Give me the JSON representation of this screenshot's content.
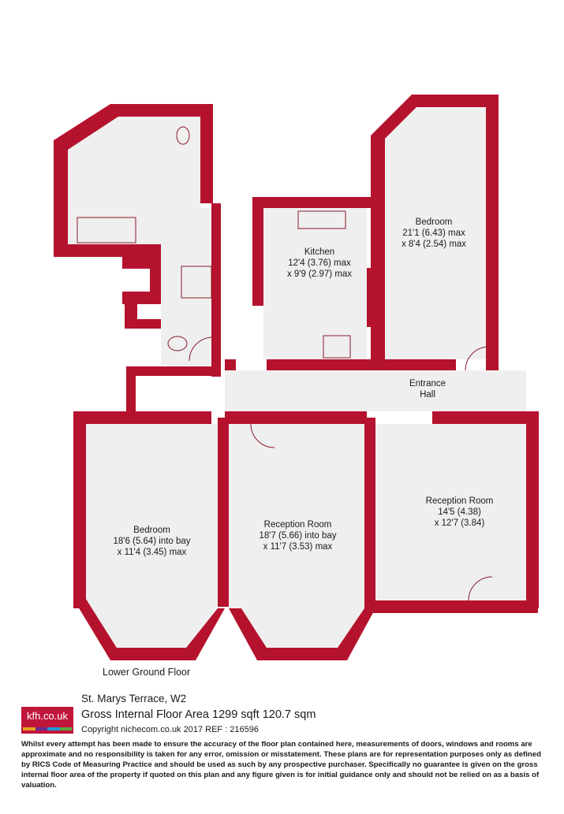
{
  "plan": {
    "wall_color": "#b5122e",
    "floor_color": "#efefef",
    "rooms": {
      "kitchen": {
        "name": "Kitchen",
        "dims": [
          "12'4 (3.76) max",
          "x 9'9 (2.97) max"
        ]
      },
      "bedroom_top": {
        "name": "Bedroom",
        "dims": [
          "21'1 (6.43) max",
          "x 8'4 (2.54) max"
        ]
      },
      "entrance_hall": {
        "name": "Entrance",
        "dims": [
          "Hall"
        ]
      },
      "bedroom_left": {
        "name": "Bedroom",
        "dims": [
          "18'6 (5.64) into bay",
          "x 11'4 (3.45) max"
        ]
      },
      "reception_mid": {
        "name": "Reception Room",
        "dims": [
          "18'7 (5.66) into bay",
          "x 11'7 (3.53) max"
        ]
      },
      "reception_right": {
        "name": "Reception Room",
        "dims": [
          "14'5 (4.38)",
          "x 12'7 (3.84)"
        ]
      }
    },
    "floor_name": "Lower Ground Floor"
  },
  "footer": {
    "logo_text": "kfh.co.uk",
    "logo_colors": [
      "#e8a317",
      "#6a2c8e",
      "#1c9ad6",
      "#59a83a"
    ],
    "address": "St. Marys Terrace, W2",
    "area": "Gross Internal Floor Area 1299 sqft 120.7 sqm",
    "copyright": "Copyright nichecom.co.uk 2017 REF : 216596",
    "disclaimer": "Whilst every attempt has been made to ensure the accuracy of the floor plan contained here, measurements of doors, windows and rooms are approximate and no responsibility is taken for any error, omission or misstatement.  These plans are for representation purposes only as defined by RICS Code of Measuring Practice and should be used as such by any prospective purchaser.  Specifically no guarantee is given on the gross internal floor area of the property if quoted on this plan and any figure given is for initial guidance only and should not be relied on as a basis of valuation."
  }
}
